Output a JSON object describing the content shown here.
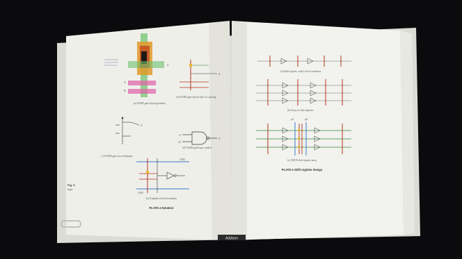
{
  "left_page": {
    "caption_a": "(a) NAND gate layout geometry",
    "caption_b": "(b) NAND gate layout with 3-λ spacing",
    "caption_c": "(c) NAND gate circuit diagram",
    "caption_d": "(d) NAND gate logic symbol",
    "caption_e": "(e) Example of mixed notation",
    "plate_label": "PLATE 4   Notation",
    "label_vdd": "VDD",
    "label_gnd": "GND",
    "label_a": "A",
    "label_b": "B",
    "label_z": "Z",
    "edge_text_1": "Fig. 5",
    "edge_text_2": "logic"
  },
  "right_page": {
    "caption_a": "(a) Shift register, with 2-level resolution",
    "caption_b": "(b) Array of shift registers",
    "caption_c": "(c) CMOS shift register array",
    "plate_label": "PLATE 5   Shift register design",
    "label_phi1": "φ1",
    "label_phi2": "φ2"
  },
  "spine_label": "Addison"
}
